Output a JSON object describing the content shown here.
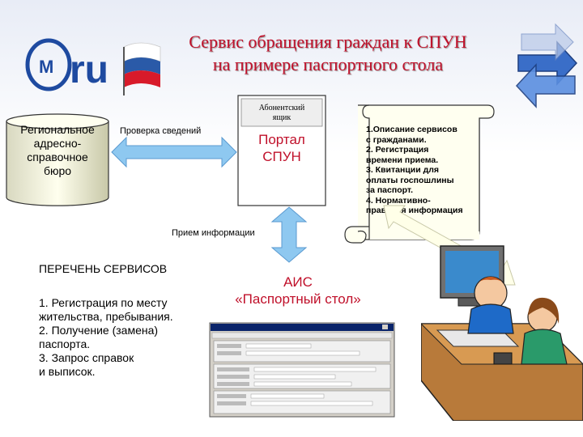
{
  "title": {
    "line1": "Сервис обращения граждан к СПУН",
    "line2": "на примере паспортного стола"
  },
  "logo": {
    "text": "ru"
  },
  "bureau": {
    "label_line1": "Региональное",
    "label_line2": "адресно-",
    "label_line3": "справочное",
    "label_line4": "бюро"
  },
  "verify_label": "Проверка сведений",
  "kiosk": {
    "title_line1": "Абонентский",
    "title_line2": "ящик",
    "portal_line1": "Портал",
    "portal_line2": "СПУН"
  },
  "scroll": {
    "items": [
      "1.Описание сервисов",
      "с гражданами.",
      "2. Регистрация",
      "времени приема.",
      "3. Квитанции для",
      "оплаты госпошлины",
      "за паспорт.",
      "4. Нормативно-",
      "правовая информация"
    ]
  },
  "receive_label": "Прием информации",
  "services": {
    "heading": "ПЕРЕЧЕНЬ СЕРВИСОВ",
    "lines": [
      "1.  Регистрация по месту",
      "жительства, пребывания.",
      "2. Получение (замена)",
      "паспорта.",
      "3. Запрос справок",
      "и выписок."
    ]
  },
  "ais": {
    "line1": "АИС",
    "line2": "«Паспортный стол»"
  },
  "colors": {
    "title": "#c0102a",
    "accent_blue": "#2a5aa8",
    "arrow_blue": "#8ec8f0"
  }
}
